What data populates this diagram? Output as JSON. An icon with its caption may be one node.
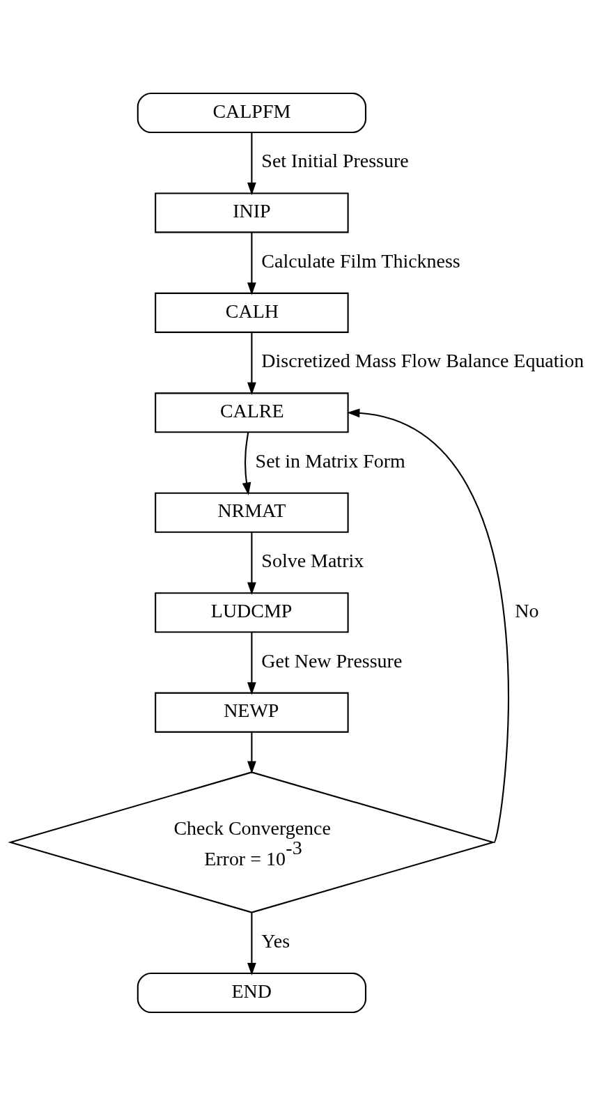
{
  "diagram": {
    "nodes": [
      {
        "text": [
          "CALPFM"
        ]
      },
      {
        "text": [
          "INIP"
        ]
      },
      {
        "text": [
          "CALH"
        ]
      },
      {
        "text": [
          "CALRE"
        ]
      },
      {
        "text": [
          "NRMAT"
        ]
      },
      {
        "text": [
          "LUDCMP"
        ]
      },
      {
        "text": [
          "NEWP"
        ]
      },
      {
        "text": [
          "Check Convergence Error = 10$^{-3}$"
        ]
      },
      {
        "text": [
          "END"
        ]
      }
    ],
    "edges": [
      {
        "from": 0,
        "to": 1,
        "arrow": "to",
        "label": "Set Initial Pressure"
      },
      {
        "from": 1,
        "to": 2,
        "arrow": "to",
        "label": "Calculate Film Thickness"
      },
      {
        "from": 2,
        "to": 3,
        "arrow": "to",
        "label": "Discretized Mass Flow Balance Equation"
      },
      {
        "from": 3,
        "to": 4,
        "arrow": "to",
        "label": "Set in Matrix Form"
      },
      {
        "from": 4,
        "to": 5,
        "arrow": "to",
        "label": "Solve Matrix"
      },
      {
        "from": 5,
        "to": 6,
        "arrow": "to",
        "label": "Get New Pressure"
      },
      {
        "from": 6,
        "to": 7,
        "arrow": "to"
      },
      {
        "from": 7,
        "to": 3,
        "arrow": "to",
        "label": "No"
      },
      {
        "from": 7,
        "to": 8,
        "arrow": "to",
        "label": "Yes"
      }
    ]
  }
}
